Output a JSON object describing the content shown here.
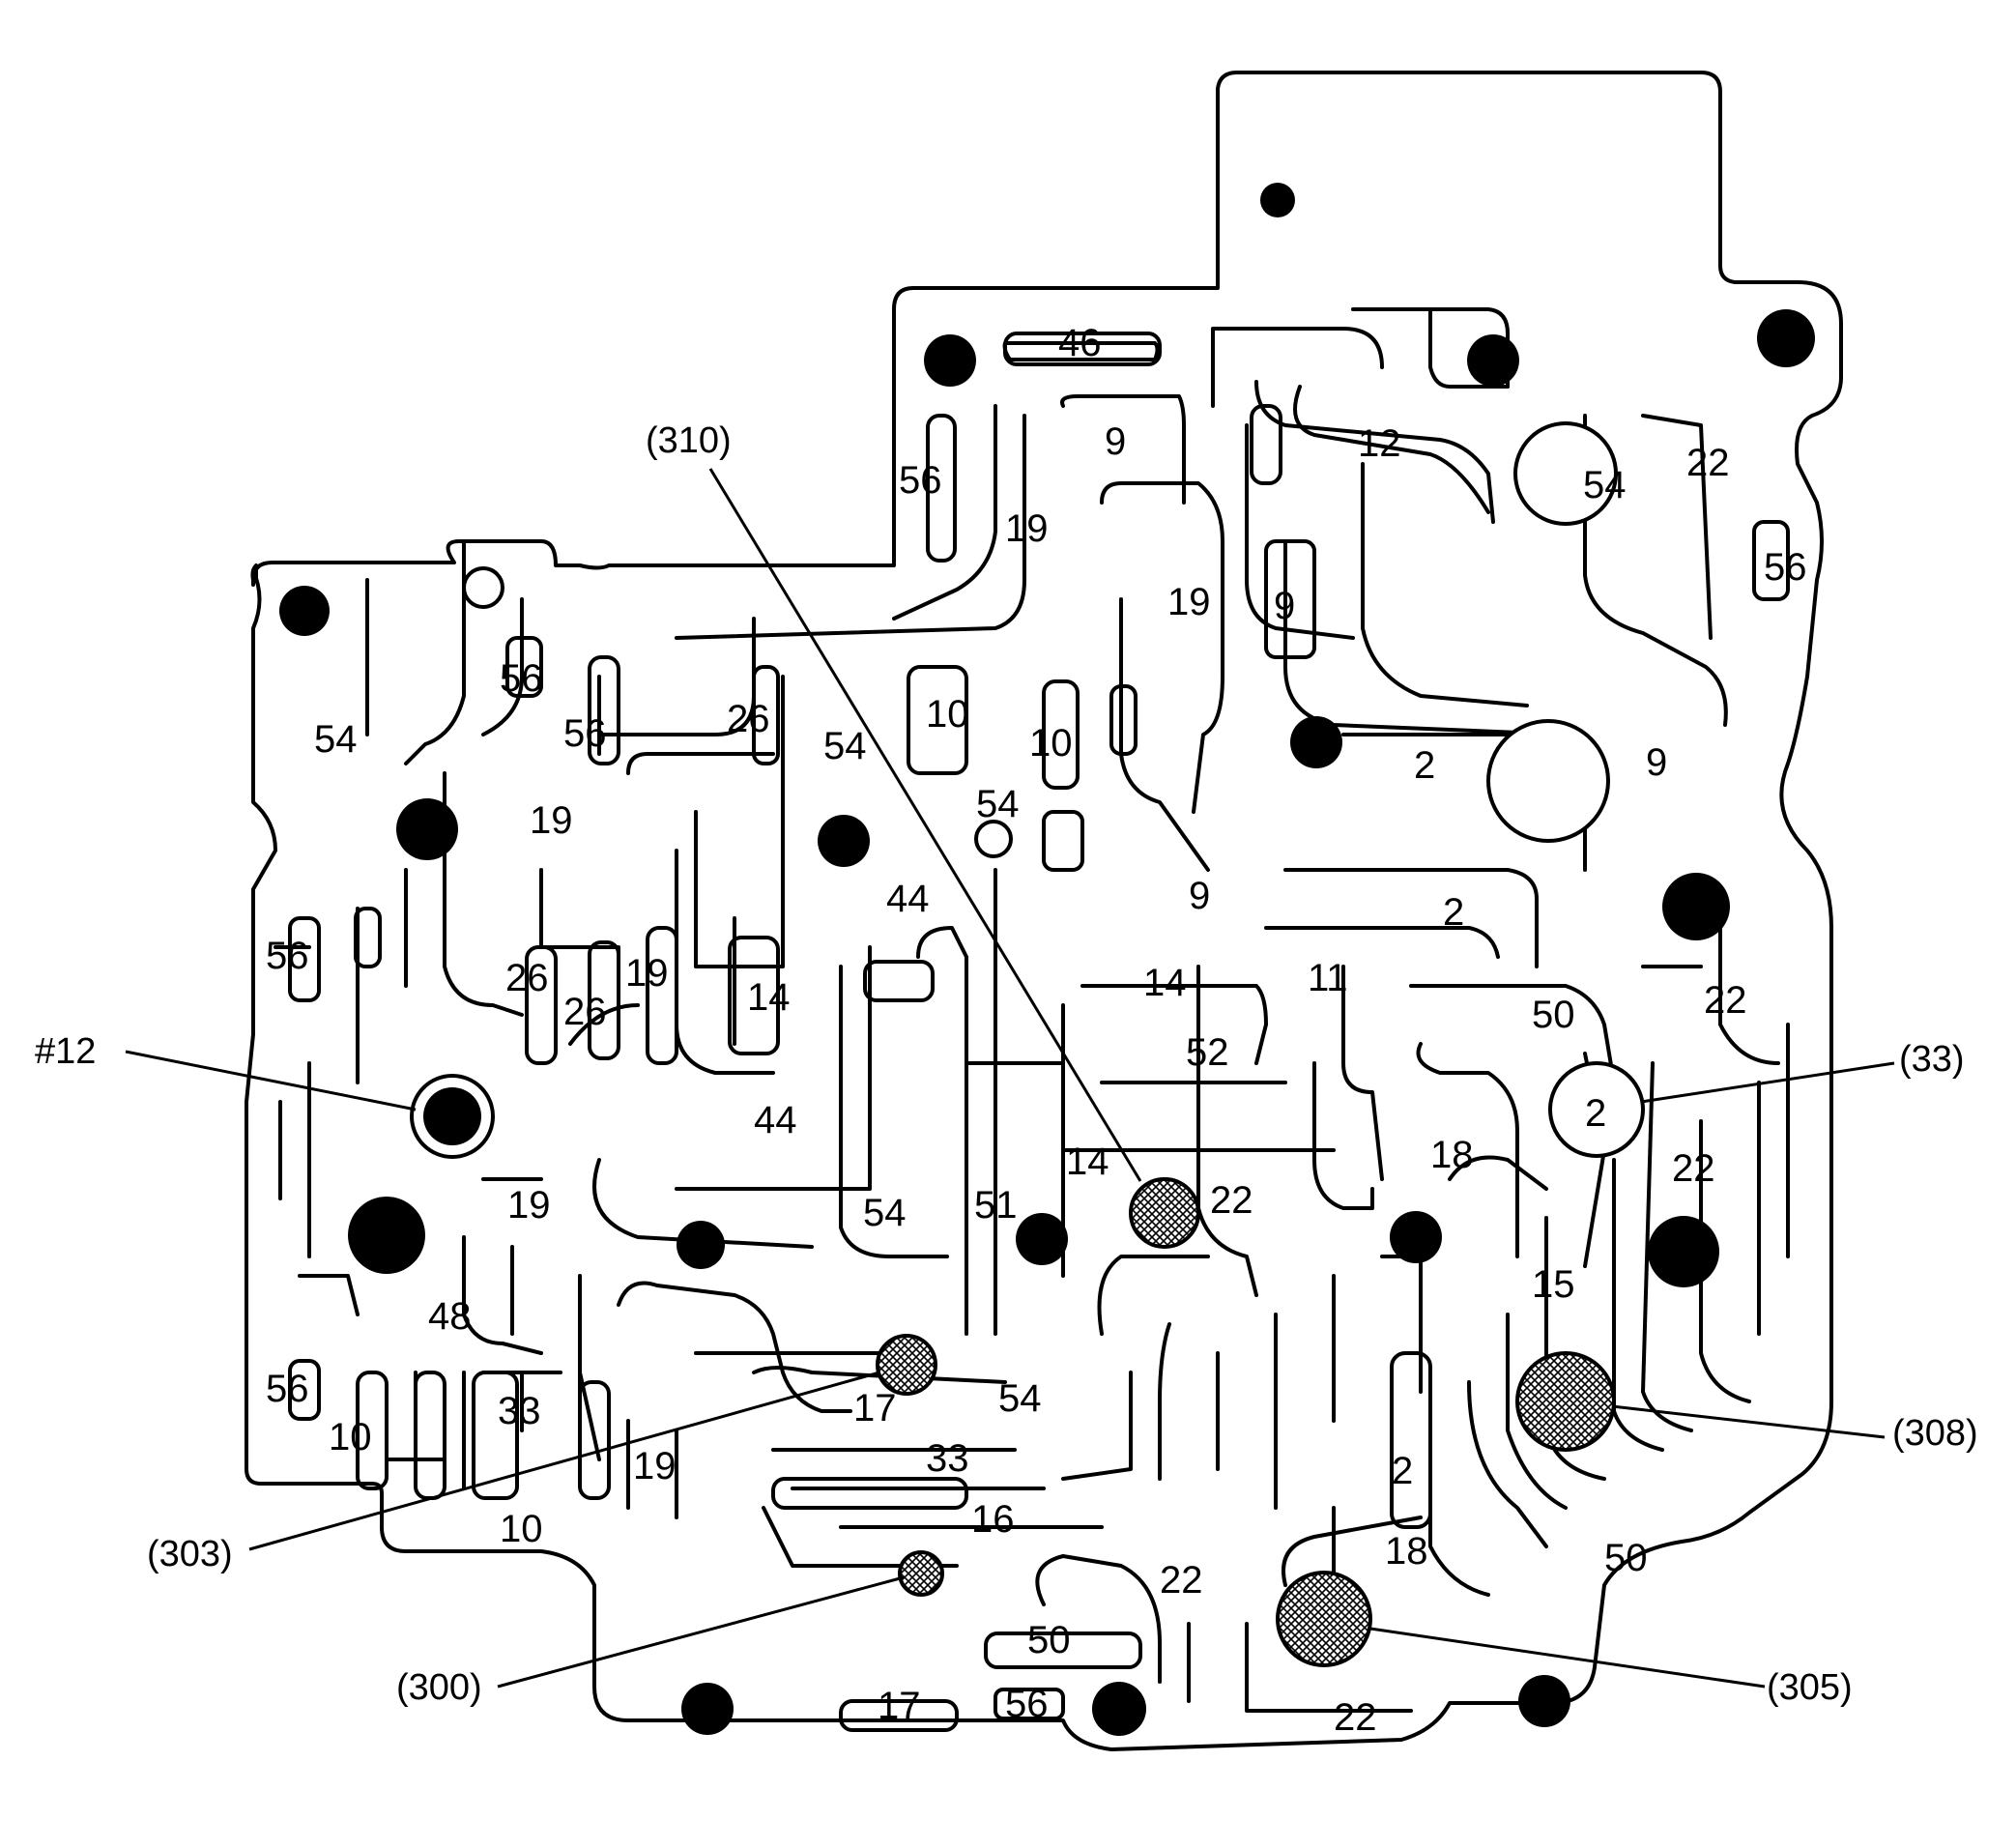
{
  "diagram": {
    "callouts": {
      "c310": "(310)",
      "c12": "#12",
      "c33": "(33)",
      "c308": "(308)",
      "c303": "(303)",
      "c300": "(300)",
      "c305": "(305)"
    },
    "ring_labels": {
      "r54": "54",
      "r2": "2"
    },
    "passage_labels": [
      "46",
      "9",
      "12",
      "22",
      "56",
      "19",
      "56",
      "56",
      "56",
      "19",
      "9",
      "54",
      "26",
      "54",
      "10",
      "10",
      "54",
      "2",
      "9",
      "19",
      "9",
      "2",
      "56",
      "26",
      "26",
      "19",
      "14",
      "44",
      "14",
      "11",
      "50",
      "22",
      "52",
      "44",
      "14",
      "18",
      "22",
      "54",
      "51",
      "22",
      "19",
      "48",
      "15",
      "56",
      "10",
      "33",
      "17",
      "54",
      "2",
      "33",
      "19",
      "10",
      "16",
      "18",
      "50",
      "22",
      "50",
      "17",
      "56",
      "22"
    ]
  }
}
